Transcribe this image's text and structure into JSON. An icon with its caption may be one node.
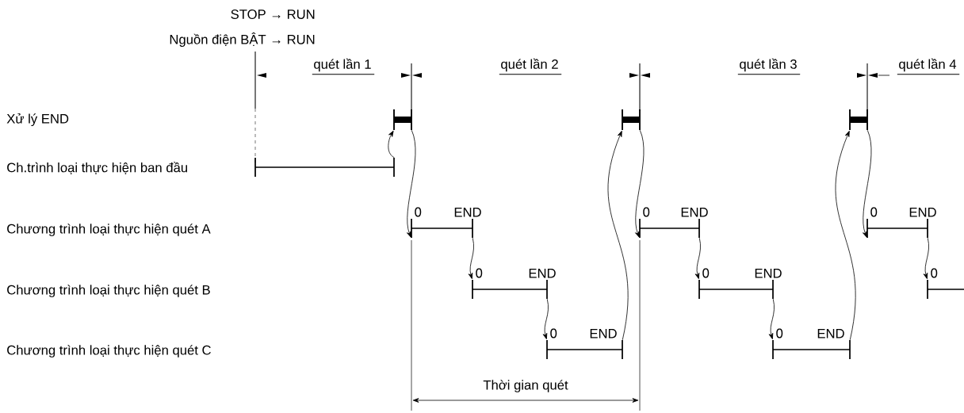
{
  "diagram": {
    "nodes": [
      {
        "text": [],
        "shape": "bar"
      },
      {
        "text": [],
        "shape": "bar"
      },
      {
        "text": [],
        "shape": "bar"
      },
      {
        "text": [],
        "shape": "bar"
      },
      {
        "text": [
          "0",
          "END"
        ]
      },
      {
        "text": [
          "0",
          "END"
        ]
      },
      {
        "text": [
          "0",
          "END"
        ]
      },
      {
        "text": [
          "0",
          "END"
        ]
      },
      {
        "text": [
          "0",
          "END"
        ]
      },
      {
        "text": [
          "0",
          "END"
        ]
      },
      {
        "text": [
          "0",
          "END"
        ]
      },
      {
        "text": [
          "0"
        ]
      }
    ],
    "edges": [
      {
        "from": 3,
        "to": 0,
        "arrow": "to"
      },
      {
        "from": 0,
        "to": 4,
        "arrow": "to"
      },
      {
        "from": 4,
        "to": 5,
        "arrow": "to"
      },
      {
        "from": 5,
        "to": 6,
        "arrow": "to"
      },
      {
        "from": 6,
        "to": 1,
        "arrow": "to"
      },
      {
        "from": 1,
        "to": 7,
        "arrow": "to"
      },
      {
        "from": 7,
        "to": 8,
        "arrow": "to"
      },
      {
        "from": 8,
        "to": 9,
        "arrow": "to"
      },
      {
        "from": 9,
        "to": 2,
        "arrow": "to"
      },
      {
        "from": 2,
        "to": 10,
        "arrow": "to"
      },
      {
        "from": 10,
        "to": 11,
        "arrow": "to"
      }
    ],
    "labels": [
      "STOP → RUN",
      "Nguồn điện BẬT  → RUN",
      "quét lần 1",
      "quét lần 2",
      "quét lần 3",
      "quét lần 4",
      "Xử lý END",
      "Ch.trình loại thực hiện ban đầu",
      "Chương trình loại thực hiện quét A",
      "Chương trình loại thực hiện quét B",
      "Chương trình loại thực hiện quét C",
      "Thời gian quét"
    ]
  }
}
